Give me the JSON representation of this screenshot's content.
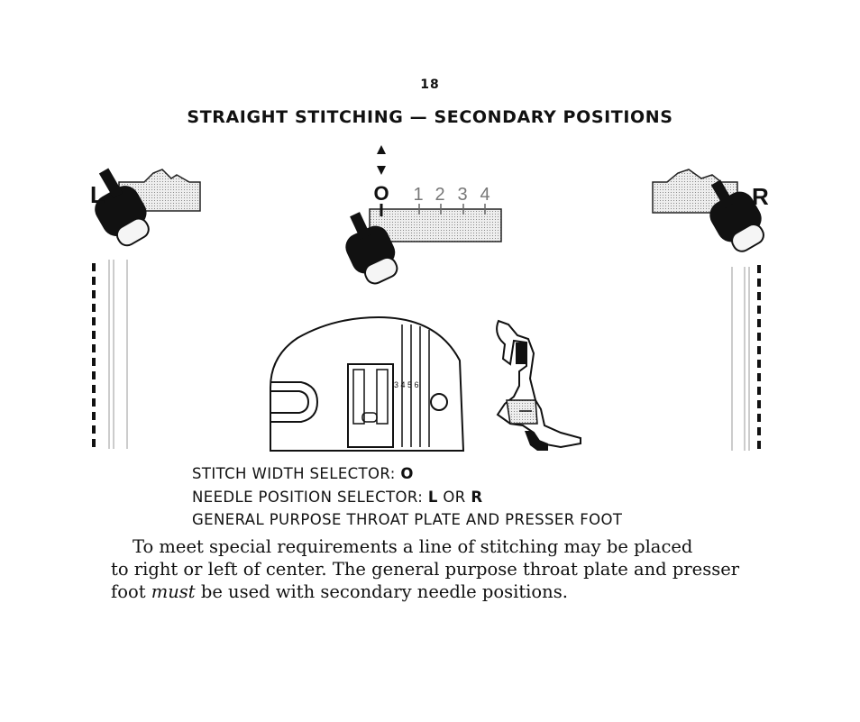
{
  "page": {
    "number": "18",
    "title": "STRAIGHT STITCHING — SECONDARY POSITIONS"
  },
  "illustration": {
    "left_label": "L",
    "right_label": "R",
    "width_selector": {
      "zero": "O",
      "scale": [
        "1",
        "2",
        "3",
        "4"
      ]
    },
    "throat_plate_numbers": "3 4 5 6"
  },
  "captions": {
    "stitch_width_label": "STITCH WIDTH SELECTOR:",
    "stitch_width_value": "O",
    "needle_position_label": "NEEDLE POSITION SELECTOR:",
    "needle_position_l": "L",
    "needle_position_or": "OR",
    "needle_position_r": "R",
    "general_purpose": "GENERAL PURPOSE THROAT PLATE AND PRESSER FOOT"
  },
  "body": {
    "line1": "To meet special requirements a line of stitching may be placed",
    "line2": "to right or left of center. The general purpose throat plate and presser",
    "line3_before": "foot ",
    "line3_emphasis": "must",
    "line3_after": " be used with secondary needle positions."
  }
}
